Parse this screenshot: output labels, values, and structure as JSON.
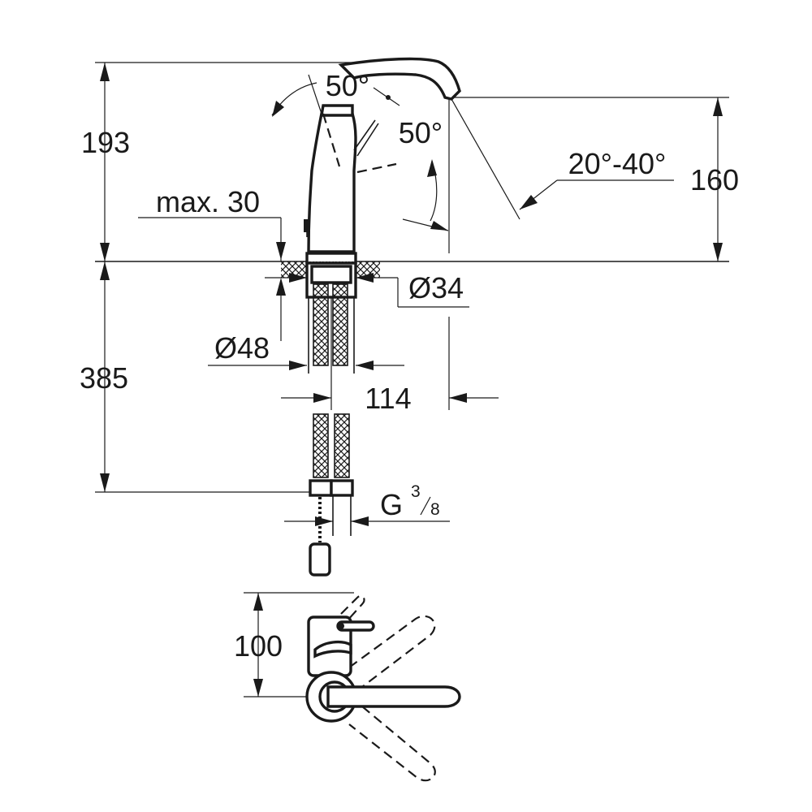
{
  "dimensions": {
    "total_height": "193",
    "spout_height": "160",
    "below_counter": "385",
    "counter_thickness": "max. 30",
    "spout_rotation": "20°-40°",
    "lever_angle_top": "50°",
    "lever_angle_side": "50°",
    "shank_diameter": "Ø34",
    "base_diameter": "Ø48",
    "spout_reach": "114",
    "connection_thread": "G",
    "connection_thread_num": "3",
    "connection_thread_den": "8",
    "top_view_height": "100"
  }
}
